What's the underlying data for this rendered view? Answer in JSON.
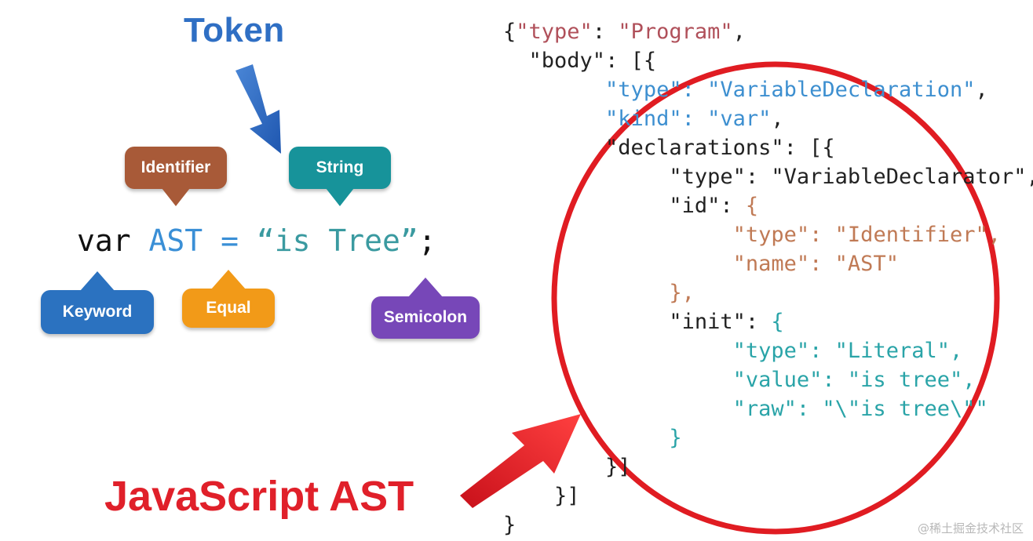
{
  "title": "Token",
  "caption": "JavaScript AST",
  "watermark": "@稀土掘金技术社区",
  "code": {
    "var": "var",
    "ident": "AST",
    "eq": "=",
    "string": "“is Tree”",
    "semi": ";"
  },
  "bubbles": {
    "identifier": {
      "label": "Identifier",
      "color": "#a85a38"
    },
    "string": {
      "label": "String",
      "color": "#17939a"
    },
    "keyword": {
      "label": "Keyword",
      "color": "#2b72c0"
    },
    "equal": {
      "label": "Equal",
      "color": "#f29a18"
    },
    "semicolon": {
      "label": "Semicolon",
      "color": "#7747b8"
    }
  },
  "json": {
    "l1": [
      "{",
      "\"type\"",
      ": ",
      "\"Program\"",
      ","
    ],
    "l2": [
      "\"body\"",
      ": [{"
    ],
    "l3": [
      "\"type\"",
      ": ",
      "\"VariableDeclaration\"",
      ","
    ],
    "l4": [
      "\"kind\"",
      ": ",
      "\"var\"",
      ","
    ],
    "l5": [
      "\"declarations\"",
      ": [{"
    ],
    "l6": [
      "\"type\"",
      ": ",
      "\"VariableDeclarator\"",
      ","
    ],
    "l7": [
      "\"id\"",
      ": ",
      "{"
    ],
    "l8": [
      "\"type\"",
      ": ",
      "\"Identifier\"",
      ","
    ],
    "l9": [
      "\"name\"",
      ": ",
      "\"AST\""
    ],
    "l10": [
      "},"
    ],
    "l11": [
      "\"init\"",
      ": ",
      "{"
    ],
    "l12": [
      "\"type\"",
      ": ",
      "\"Literal\"",
      ","
    ],
    "l13": [
      "\"value\"",
      ": ",
      "\"is tree\"",
      ","
    ],
    "l14": [
      "\"raw\"",
      ": ",
      "\"\\\"is tree\\\"\""
    ],
    "l15": [
      "}"
    ],
    "l16": [
      "}]"
    ],
    "l17": [
      "}]"
    ],
    "l18": [
      "}"
    ]
  },
  "colors": {
    "token_blue": "#2f6fc4",
    "ast_red": "#e0202a"
  }
}
